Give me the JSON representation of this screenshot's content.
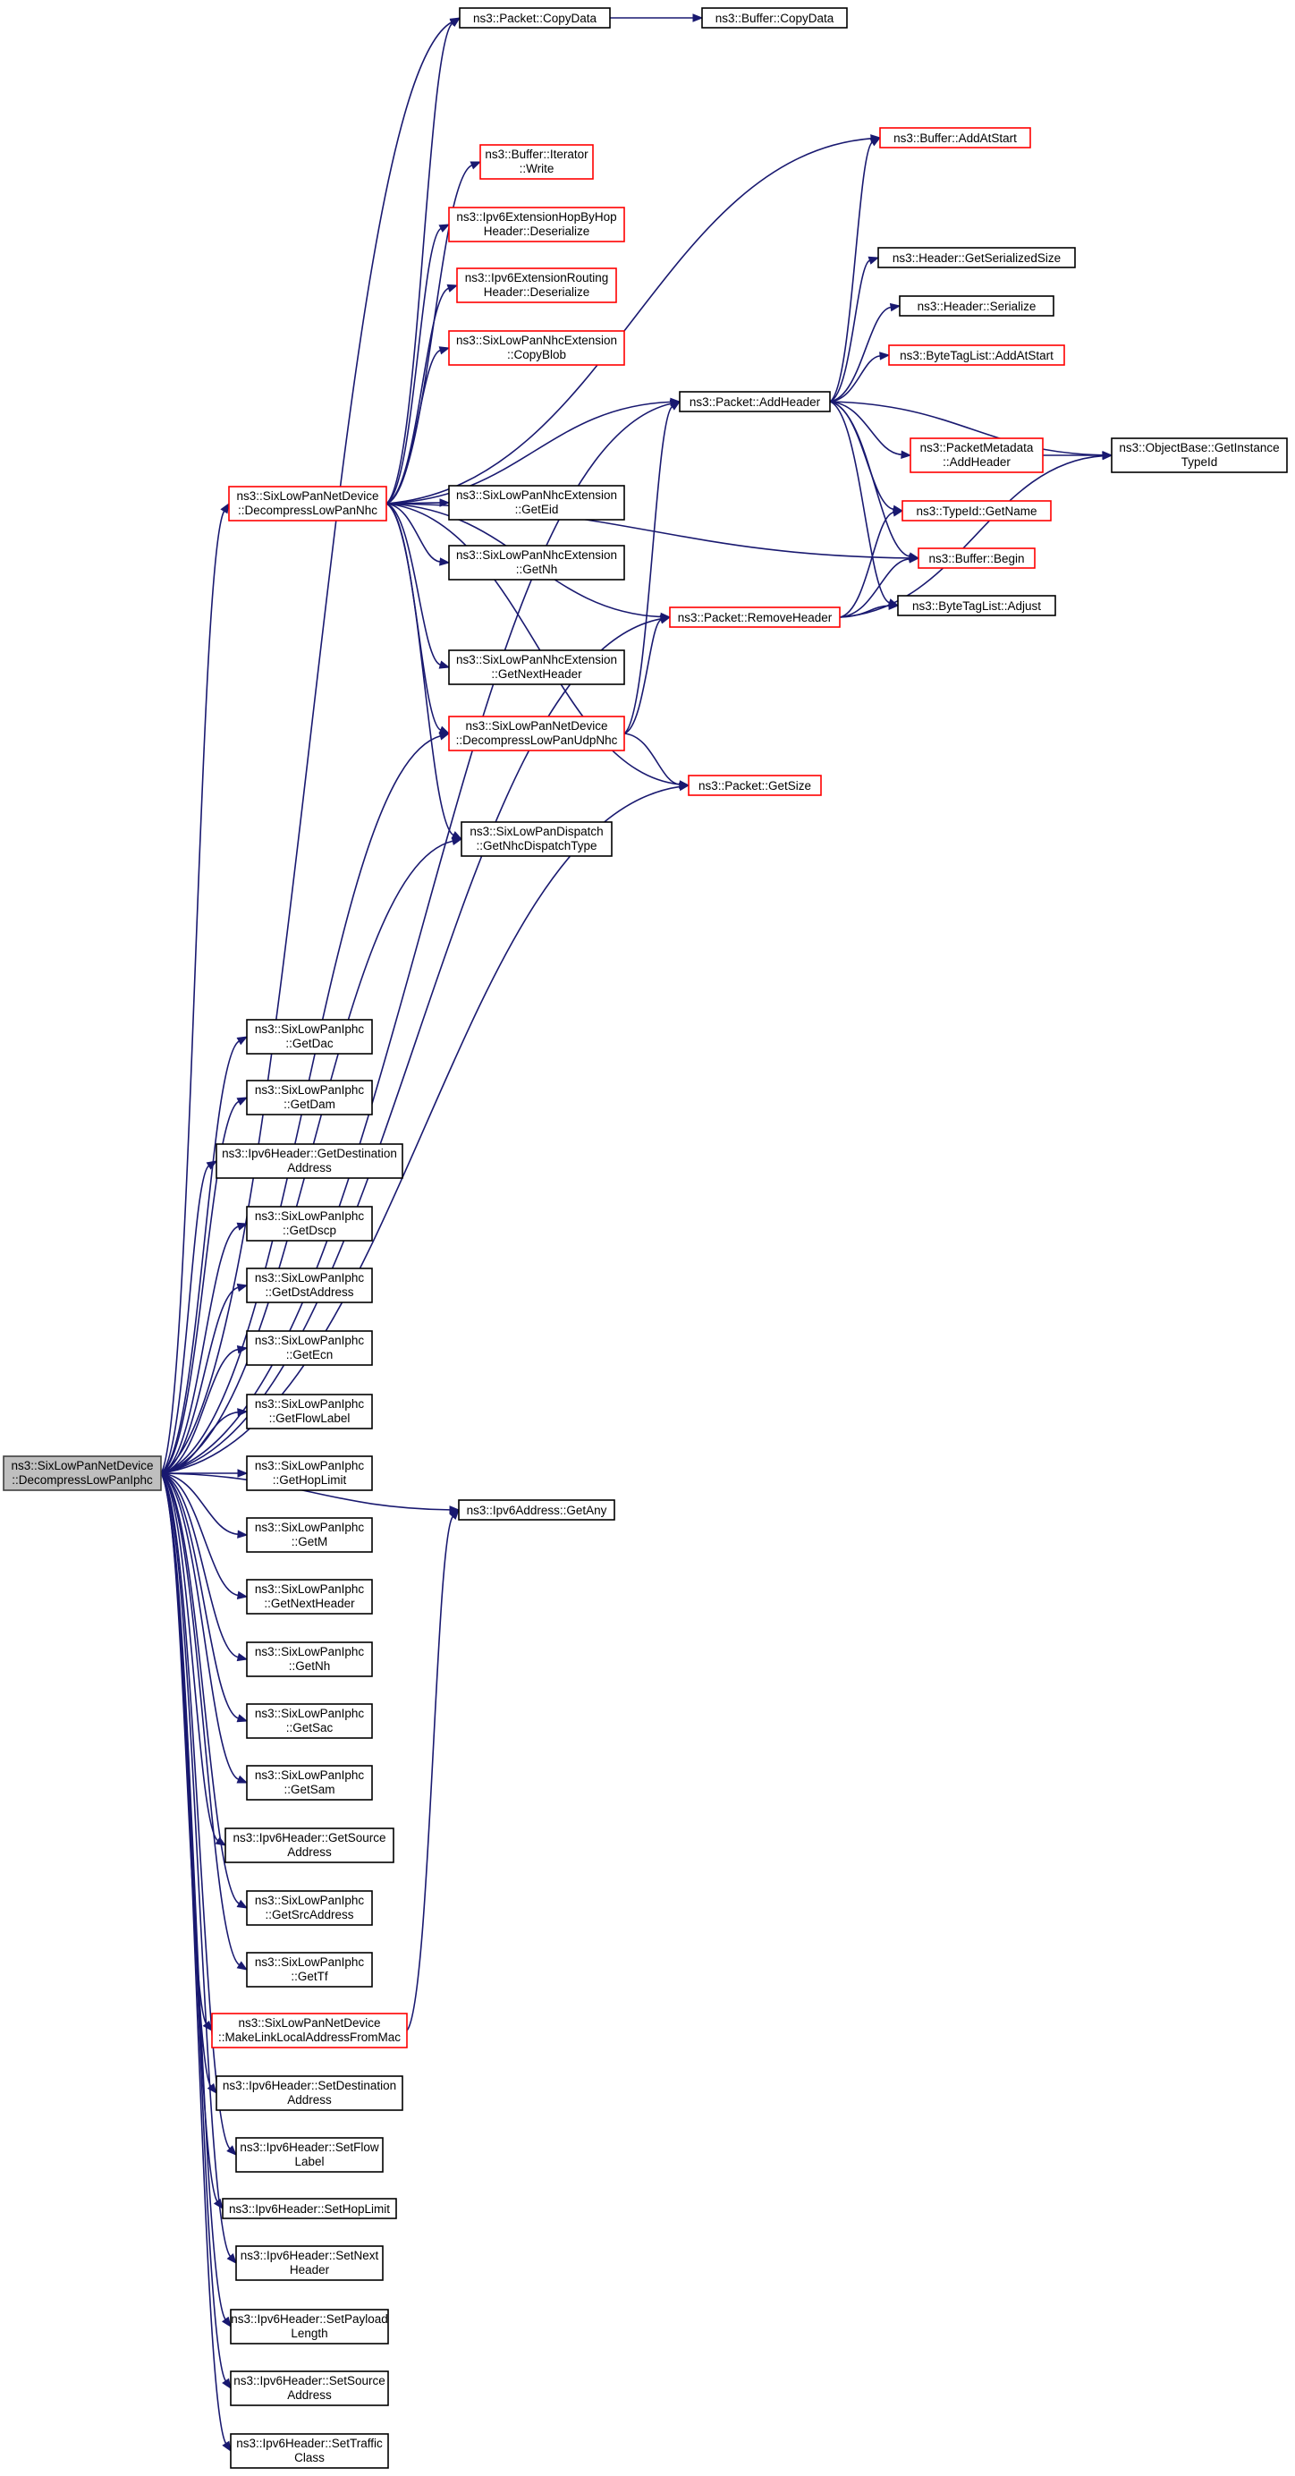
{
  "graph": {
    "root": "decompress_iphc",
    "colors": {
      "edge": "#191970",
      "link_border": "#ff0000",
      "plain_border": "#000000",
      "root_fill": "#bfbfbf"
    },
    "nodes": [
      {
        "id": "decompress_iphc",
        "lines": [
          "ns3::SixLowPanNetDevice",
          "::DecompressLowPanIphc"
        ],
        "style": "root"
      },
      {
        "id": "packet_copydata",
        "lines": [
          "ns3::Packet::CopyData"
        ],
        "style": "plain"
      },
      {
        "id": "buffer_copydata",
        "lines": [
          "ns3::Buffer::CopyData"
        ],
        "style": "plain"
      },
      {
        "id": "buffer_addatstart",
        "lines": [
          "ns3::Buffer::AddAtStart"
        ],
        "style": "link"
      },
      {
        "id": "buffer_iterator_write",
        "lines": [
          "ns3::Buffer::Iterator",
          "::Write"
        ],
        "style": "link"
      },
      {
        "id": "hopbyhop_deserialize",
        "lines": [
          "ns3::Ipv6ExtensionHopByHop",
          "Header::Deserialize"
        ],
        "style": "link"
      },
      {
        "id": "routing_deserialize",
        "lines": [
          "ns3::Ipv6ExtensionRouting",
          "Header::Deserialize"
        ],
        "style": "link"
      },
      {
        "id": "nhc_copyblob",
        "lines": [
          "ns3::SixLowPanNhcExtension",
          "::CopyBlob"
        ],
        "style": "link"
      },
      {
        "id": "header_getserializedsize",
        "lines": [
          "ns3::Header::GetSerializedSize"
        ],
        "style": "plain"
      },
      {
        "id": "header_serialize",
        "lines": [
          "ns3::Header::Serialize"
        ],
        "style": "plain"
      },
      {
        "id": "bytetaglist_addatstart",
        "lines": [
          "ns3::ByteTagList::AddAtStart"
        ],
        "style": "link"
      },
      {
        "id": "packet_addheader",
        "lines": [
          "ns3::Packet::AddHeader"
        ],
        "style": "plain"
      },
      {
        "id": "packetmetadata_addheader",
        "lines": [
          "ns3::PacketMetadata",
          "::AddHeader"
        ],
        "style": "link"
      },
      {
        "id": "objectbase_gettypeid",
        "lines": [
          "ns3::ObjectBase::GetInstance",
          "TypeId"
        ],
        "style": "plain"
      },
      {
        "id": "decompress_nhc",
        "lines": [
          "ns3::SixLowPanNetDevice",
          "::DecompressLowPanNhc"
        ],
        "style": "link"
      },
      {
        "id": "nhc_geteid",
        "lines": [
          "ns3::SixLowPanNhcExtension",
          "::GetEid"
        ],
        "style": "plain"
      },
      {
        "id": "typeid_getname",
        "lines": [
          "ns3::TypeId::GetName"
        ],
        "style": "link"
      },
      {
        "id": "nhc_getnh",
        "lines": [
          "ns3::SixLowPanNhcExtension",
          "::GetNh"
        ],
        "style": "plain"
      },
      {
        "id": "buffer_begin",
        "lines": [
          "ns3::Buffer::Begin"
        ],
        "style": "link"
      },
      {
        "id": "bytetaglist_adjust",
        "lines": [
          "ns3::ByteTagList::Adjust"
        ],
        "style": "plain"
      },
      {
        "id": "packet_removeheader",
        "lines": [
          "ns3::Packet::RemoveHeader"
        ],
        "style": "link"
      },
      {
        "id": "nhc_getnextheader",
        "lines": [
          "ns3::SixLowPanNhcExtension",
          "::GetNextHeader"
        ],
        "style": "plain"
      },
      {
        "id": "decompress_udpnhc",
        "lines": [
          "ns3::SixLowPanNetDevice",
          "::DecompressLowPanUdpNhc"
        ],
        "style": "link"
      },
      {
        "id": "packet_getsize",
        "lines": [
          "ns3::Packet::GetSize"
        ],
        "style": "link"
      },
      {
        "id": "dispatch_getnhctype",
        "lines": [
          "ns3::SixLowPanDispatch",
          "::GetNhcDispatchType"
        ],
        "style": "plain"
      },
      {
        "id": "iphc_getdac",
        "lines": [
          "ns3::SixLowPanIphc",
          "::GetDac"
        ],
        "style": "plain"
      },
      {
        "id": "iphc_getdam",
        "lines": [
          "ns3::SixLowPanIphc",
          "::GetDam"
        ],
        "style": "plain"
      },
      {
        "id": "ipv6header_getdst",
        "lines": [
          "ns3::Ipv6Header::GetDestination",
          "Address"
        ],
        "style": "plain"
      },
      {
        "id": "iphc_getdscp",
        "lines": [
          "ns3::SixLowPanIphc",
          "::GetDscp"
        ],
        "style": "plain"
      },
      {
        "id": "iphc_getdstaddress",
        "lines": [
          "ns3::SixLowPanIphc",
          "::GetDstAddress"
        ],
        "style": "plain"
      },
      {
        "id": "iphc_getecn",
        "lines": [
          "ns3::SixLowPanIphc",
          "::GetEcn"
        ],
        "style": "plain"
      },
      {
        "id": "iphc_getflowlabel",
        "lines": [
          "ns3::SixLowPanIphc",
          "::GetFlowLabel"
        ],
        "style": "plain"
      },
      {
        "id": "iphc_gethoplimit",
        "lines": [
          "ns3::SixLowPanIphc",
          "::GetHopLimit"
        ],
        "style": "plain"
      },
      {
        "id": "ipv6address_getany",
        "lines": [
          "ns3::Ipv6Address::GetAny"
        ],
        "style": "plain"
      },
      {
        "id": "iphc_getm",
        "lines": [
          "ns3::SixLowPanIphc",
          "::GetM"
        ],
        "style": "plain"
      },
      {
        "id": "iphc_getnextheader",
        "lines": [
          "ns3::SixLowPanIphc",
          "::GetNextHeader"
        ],
        "style": "plain"
      },
      {
        "id": "iphc_getnh",
        "lines": [
          "ns3::SixLowPanIphc",
          "::GetNh"
        ],
        "style": "plain"
      },
      {
        "id": "iphc_getsac",
        "lines": [
          "ns3::SixLowPanIphc",
          "::GetSac"
        ],
        "style": "plain"
      },
      {
        "id": "iphc_getsam",
        "lines": [
          "ns3::SixLowPanIphc",
          "::GetSam"
        ],
        "style": "plain"
      },
      {
        "id": "ipv6header_getsrc",
        "lines": [
          "ns3::Ipv6Header::GetSource",
          "Address"
        ],
        "style": "plain"
      },
      {
        "id": "iphc_getsrcaddress",
        "lines": [
          "ns3::SixLowPanIphc",
          "::GetSrcAddress"
        ],
        "style": "plain"
      },
      {
        "id": "iphc_gettf",
        "lines": [
          "ns3::SixLowPanIphc",
          "::GetTf"
        ],
        "style": "plain"
      },
      {
        "id": "make_linklocal",
        "lines": [
          "ns3::SixLowPanNetDevice",
          "::MakeLinkLocalAddressFromMac"
        ],
        "style": "link"
      },
      {
        "id": "ipv6header_setdst",
        "lines": [
          "ns3::Ipv6Header::SetDestination",
          "Address"
        ],
        "style": "plain"
      },
      {
        "id": "ipv6header_setflow",
        "lines": [
          "ns3::Ipv6Header::SetFlow",
          "Label"
        ],
        "style": "plain"
      },
      {
        "id": "ipv6header_sethoplimit",
        "lines": [
          "ns3::Ipv6Header::SetHopLimit"
        ],
        "style": "plain"
      },
      {
        "id": "ipv6header_setnext",
        "lines": [
          "ns3::Ipv6Header::SetNext",
          "Header"
        ],
        "style": "plain"
      },
      {
        "id": "ipv6header_setpayload",
        "lines": [
          "ns3::Ipv6Header::SetPayload",
          "Length"
        ],
        "style": "plain"
      },
      {
        "id": "ipv6header_setsrc",
        "lines": [
          "ns3::Ipv6Header::SetSource",
          "Address"
        ],
        "style": "plain"
      },
      {
        "id": "ipv6header_settraffic",
        "lines": [
          "ns3::Ipv6Header::SetTraffic",
          "Class"
        ],
        "style": "plain"
      }
    ],
    "edges": [
      [
        "decompress_iphc",
        "packet_copydata"
      ],
      [
        "decompress_iphc",
        "packet_addheader"
      ],
      [
        "decompress_iphc",
        "decompress_nhc"
      ],
      [
        "decompress_iphc",
        "packet_removeheader"
      ],
      [
        "decompress_iphc",
        "decompress_udpnhc"
      ],
      [
        "decompress_iphc",
        "packet_getsize"
      ],
      [
        "decompress_iphc",
        "dispatch_getnhctype"
      ],
      [
        "decompress_iphc",
        "ipv6address_getany"
      ],
      [
        "decompress_iphc",
        "iphc_getdac"
      ],
      [
        "decompress_iphc",
        "iphc_getdam"
      ],
      [
        "decompress_iphc",
        "ipv6header_getdst"
      ],
      [
        "decompress_iphc",
        "iphc_getdscp"
      ],
      [
        "decompress_iphc",
        "iphc_getdstaddress"
      ],
      [
        "decompress_iphc",
        "iphc_getecn"
      ],
      [
        "decompress_iphc",
        "iphc_getflowlabel"
      ],
      [
        "decompress_iphc",
        "iphc_gethoplimit"
      ],
      [
        "decompress_iphc",
        "iphc_getm"
      ],
      [
        "decompress_iphc",
        "iphc_getnextheader"
      ],
      [
        "decompress_iphc",
        "iphc_getnh"
      ],
      [
        "decompress_iphc",
        "iphc_getsac"
      ],
      [
        "decompress_iphc",
        "iphc_getsam"
      ],
      [
        "decompress_iphc",
        "ipv6header_getsrc"
      ],
      [
        "decompress_iphc",
        "iphc_getsrcaddress"
      ],
      [
        "decompress_iphc",
        "iphc_gettf"
      ],
      [
        "decompress_iphc",
        "make_linklocal"
      ],
      [
        "decompress_iphc",
        "ipv6header_setdst"
      ],
      [
        "decompress_iphc",
        "ipv6header_setflow"
      ],
      [
        "decompress_iphc",
        "ipv6header_sethoplimit"
      ],
      [
        "decompress_iphc",
        "ipv6header_setnext"
      ],
      [
        "decompress_iphc",
        "ipv6header_setpayload"
      ],
      [
        "decompress_iphc",
        "ipv6header_setsrc"
      ],
      [
        "decompress_iphc",
        "ipv6header_settraffic"
      ],
      [
        "packet_copydata",
        "buffer_copydata"
      ],
      [
        "decompress_nhc",
        "packet_copydata"
      ],
      [
        "decompress_nhc",
        "buffer_addatstart"
      ],
      [
        "decompress_nhc",
        "buffer_iterator_write"
      ],
      [
        "decompress_nhc",
        "hopbyhop_deserialize"
      ],
      [
        "decompress_nhc",
        "routing_deserialize"
      ],
      [
        "decompress_nhc",
        "nhc_copyblob"
      ],
      [
        "decompress_nhc",
        "packet_addheader"
      ],
      [
        "decompress_nhc",
        "nhc_geteid"
      ],
      [
        "decompress_nhc",
        "nhc_getnh"
      ],
      [
        "decompress_nhc",
        "buffer_begin"
      ],
      [
        "decompress_nhc",
        "packet_removeheader"
      ],
      [
        "decompress_nhc",
        "nhc_getnextheader"
      ],
      [
        "decompress_nhc",
        "decompress_udpnhc"
      ],
      [
        "decompress_nhc",
        "packet_getsize"
      ],
      [
        "decompress_nhc",
        "dispatch_getnhctype"
      ],
      [
        "packet_addheader",
        "buffer_addatstart"
      ],
      [
        "packet_addheader",
        "header_getserializedsize"
      ],
      [
        "packet_addheader",
        "header_serialize"
      ],
      [
        "packet_addheader",
        "bytetaglist_addatstart"
      ],
      [
        "packet_addheader",
        "packetmetadata_addheader"
      ],
      [
        "packet_addheader",
        "objectbase_gettypeid"
      ],
      [
        "packet_addheader",
        "typeid_getname"
      ],
      [
        "packet_addheader",
        "buffer_begin"
      ],
      [
        "packet_addheader",
        "bytetaglist_adjust"
      ],
      [
        "packetmetadata_addheader",
        "objectbase_gettypeid"
      ],
      [
        "packet_removeheader",
        "typeid_getname"
      ],
      [
        "packet_removeheader",
        "buffer_begin"
      ],
      [
        "packet_removeheader",
        "bytetaglist_adjust"
      ],
      [
        "packet_removeheader",
        "objectbase_gettypeid"
      ],
      [
        "decompress_udpnhc",
        "packet_addheader"
      ],
      [
        "decompress_udpnhc",
        "packet_removeheader"
      ],
      [
        "decompress_udpnhc",
        "packet_getsize"
      ],
      [
        "make_linklocal",
        "ipv6address_getany"
      ]
    ]
  }
}
